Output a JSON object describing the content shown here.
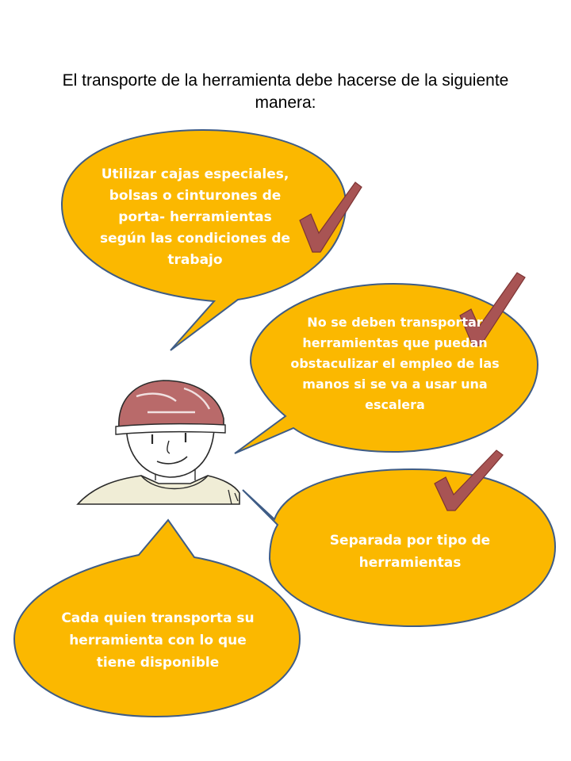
{
  "title": "El transporte de la herramienta debe hacerse de la siguiente manera:",
  "bubbles": [
    {
      "text": "Utilizar cajas especiales, bolsas o cinturones de porta- herramientas según las condiciones de trabajo",
      "checked": true
    },
    {
      "text": "No se deben transportar herramientas que puedan obstaculizar el empleo de las manos si se va a usar una escalera",
      "checked": true
    },
    {
      "text": "Separada por tipo de herramientas",
      "checked": true
    },
    {
      "text": "Cada quien transporta su herramienta con lo que tiene disponible",
      "checked": false
    }
  ],
  "colors": {
    "bubble_fill": "#FBB800",
    "bubble_stroke": "#3E5C86",
    "bubble_text": "#FFFFFF",
    "checkmark": "#A85454",
    "helmet": "#B96A6A",
    "title_text": "#000000"
  },
  "icons": {
    "checkmark": "checkmark-icon",
    "worker": "worker-helmet-icon"
  }
}
